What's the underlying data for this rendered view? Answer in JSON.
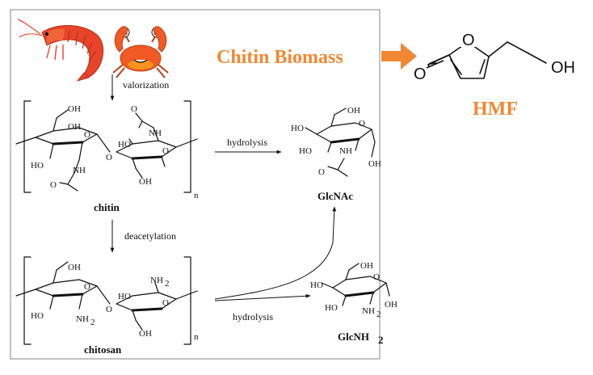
{
  "colors": {
    "accent": "#F08833",
    "frame": "#999999",
    "shrimp": "#E8442A",
    "crab": "#F15A24"
  },
  "title": "Chitin Biomass",
  "product": {
    "name": "HMF",
    "atom_o": "O",
    "atom_oh": "OH"
  },
  "steps": {
    "valorization": "valorization",
    "hydrolysis_top": "hydrolysis",
    "deacetylation": "deacetylation",
    "hydrolysis_bottom": "hydrolysis"
  },
  "compounds": {
    "chitin": "chitin",
    "chitosan": "chitosan",
    "glcnac": "GlcNAc",
    "glcnh2": "GlcNH",
    "glcnh2_sub": "2"
  },
  "atoms": {
    "OH": "OH",
    "HO": "HO",
    "O": "O",
    "NH": "NH",
    "NH2": "NH",
    "n": "n"
  },
  "icons": [
    "shrimp-icon",
    "crab-icon"
  ]
}
